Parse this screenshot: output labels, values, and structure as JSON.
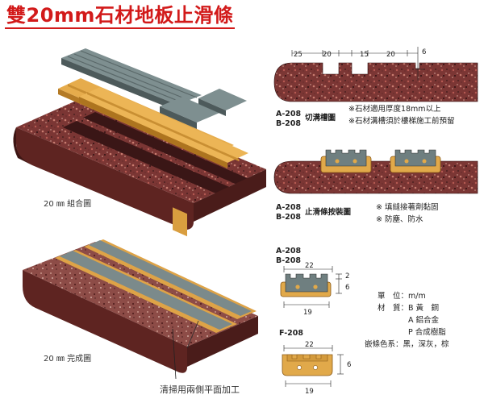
{
  "title": "雙20mm石材地板止滑條",
  "top_view": {
    "dims": [
      "25",
      "20",
      "15",
      "20",
      "6"
    ],
    "codes": [
      "A-208",
      "B-208"
    ],
    "label": "切溝槽圖",
    "notes": [
      "※石材適用厚度18mm以上",
      "※石材溝槽須於樓梯施工前預留"
    ]
  },
  "install_view": {
    "codes": [
      "A-208",
      "B-208"
    ],
    "label": "止滑條按裝圖",
    "notes": [
      "※ 填縫接著劑黏固",
      "※ 防塵、防水"
    ]
  },
  "exploded_caption": "20 ㎜ 組合圖",
  "finished_caption": "20 ㎜ 完成圖",
  "finish_note": "清掃用兩側平面加工",
  "profile_ab": {
    "codes": [
      "A-208",
      "B-208"
    ],
    "dims": {
      "top": "22",
      "bottom": "19",
      "right_upper": "2",
      "right_lower": "6"
    }
  },
  "profile_f": {
    "code": "F-208",
    "dims": {
      "top": "22",
      "bottom": "19",
      "right": "6"
    }
  },
  "specs": {
    "unit_label": "單　位：",
    "unit_value": "m/m",
    "material_label": "材　質：",
    "materials": [
      "B 黃　銅",
      "A 鋁合金",
      "P 合成樹脂"
    ],
    "color_label": "嵌條色系：",
    "color_value": "黑，深灰，棕"
  },
  "colors": {
    "title": "#d21a1a",
    "granite": "#7a3432",
    "strip": "#6f7f80",
    "base": "#e1a94a"
  }
}
